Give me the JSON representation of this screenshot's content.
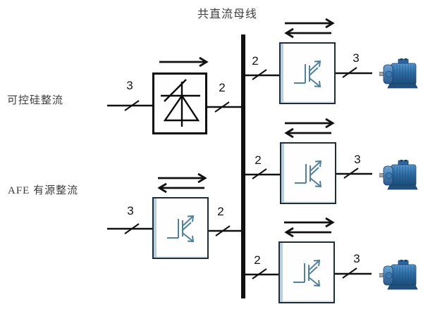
{
  "title": "共直流母线",
  "sources": {
    "thyristor": {
      "label": "可控硅整流",
      "input_phases": "3",
      "dc_wires": "2"
    },
    "afe": {
      "label": "AFE 有源整流",
      "input_phases": "3",
      "dc_wires": "2"
    }
  },
  "drives": [
    {
      "dc_wires": "2",
      "motor_phases": "3"
    },
    {
      "dc_wires": "2",
      "motor_phases": "3"
    },
    {
      "dc_wires": "2",
      "motor_phases": "3"
    }
  ],
  "colors": {
    "wire": "#111111",
    "igbt_symbol": "#4e81a2",
    "box_border": "#1d2d39",
    "box_inner_edge": "#b9d0e0",
    "thyristor_border": "#0b0b0b",
    "motor_body": "#2e6da4",
    "motor_shadow": "#1b4a75",
    "motor_highlight": "#6da6d8"
  }
}
